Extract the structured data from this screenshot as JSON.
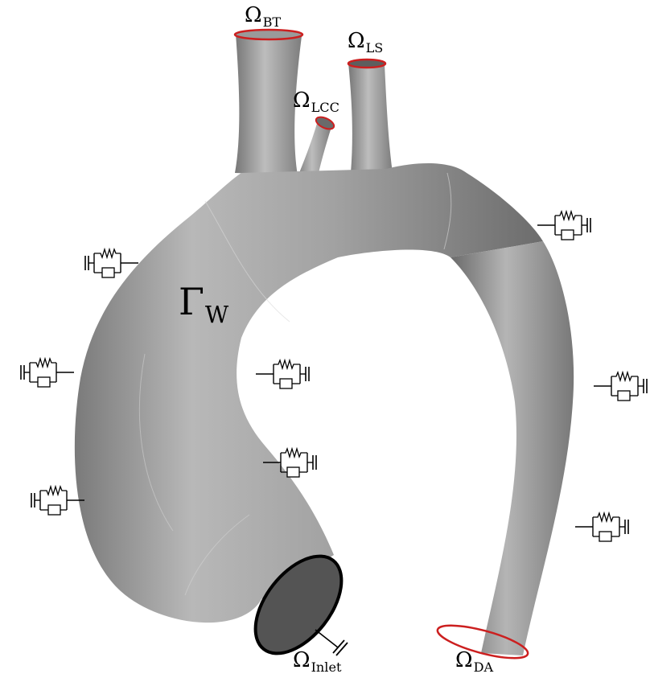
{
  "labels": {
    "bt": {
      "main": "Ω",
      "sub": "BT"
    },
    "ls": {
      "main": "Ω",
      "sub": "LS"
    },
    "lcc": {
      "main": "Ω",
      "sub": "LCC"
    },
    "wall": {
      "main": "Γ",
      "sub": "W"
    },
    "inlet": {
      "main": "Ω",
      "sub": "Inlet"
    },
    "da": {
      "main": "Ω",
      "sub": "DA"
    }
  },
  "colors": {
    "outlet_ring": "#cc1f1f",
    "vessel_light": "#c4c4c4",
    "vessel_mid": "#8f8f8f",
    "vessel_dark": "#5a5a5a",
    "inlet_face": "#545454",
    "line": "#000000"
  },
  "icons": {
    "springs": "spring-damper-icon",
    "ground": "ground-icon"
  }
}
